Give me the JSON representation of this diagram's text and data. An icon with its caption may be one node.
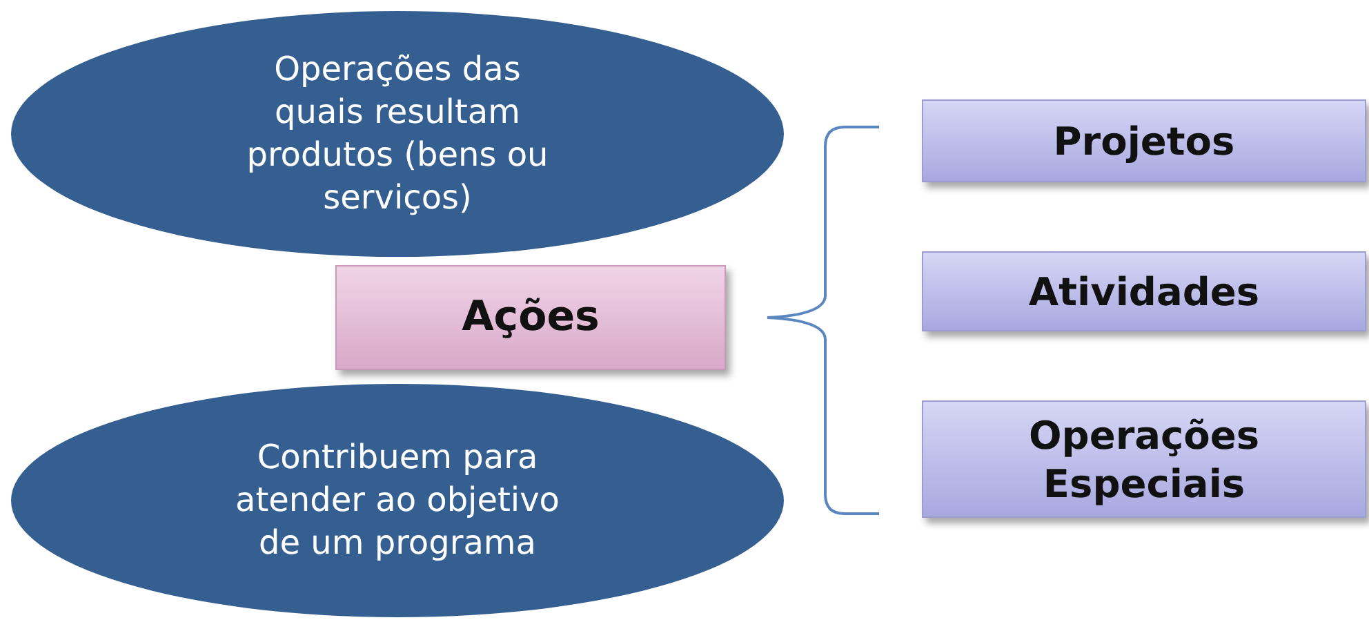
{
  "diagram": {
    "nodes": [
      {
        "text": [
          "Operações das quais resultam produtos (bens ou serviços)"
        ]
      },
      {
        "text": [
          "Contribuem para atender ao objetivo de um programa"
        ]
      },
      {
        "text": [
          "Ações"
        ]
      },
      {
        "text": [
          "Projetos"
        ]
      },
      {
        "text": [
          "Atividades"
        ]
      },
      {
        "text": [
          "Operações Especiais"
        ]
      }
    ]
  }
}
